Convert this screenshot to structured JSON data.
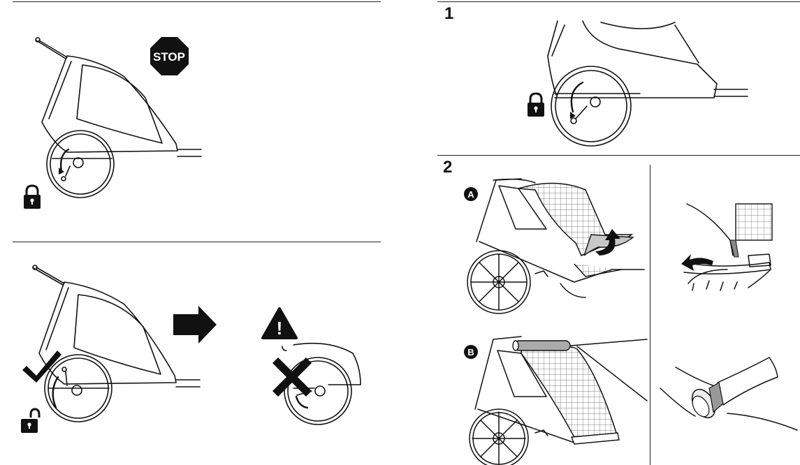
{
  "steps": {
    "step1": "1",
    "step2": "2"
  },
  "variants": {
    "a": "A",
    "b": "B"
  },
  "signs": {
    "stop": "STOP",
    "warning": "!"
  },
  "icons": {
    "lock": "lock-icon",
    "unlock": "unlock-icon",
    "check": "check-icon",
    "cross": "cross-icon",
    "arrow": "arrow-right-icon",
    "rotate": "rotate-arrow-icon"
  }
}
